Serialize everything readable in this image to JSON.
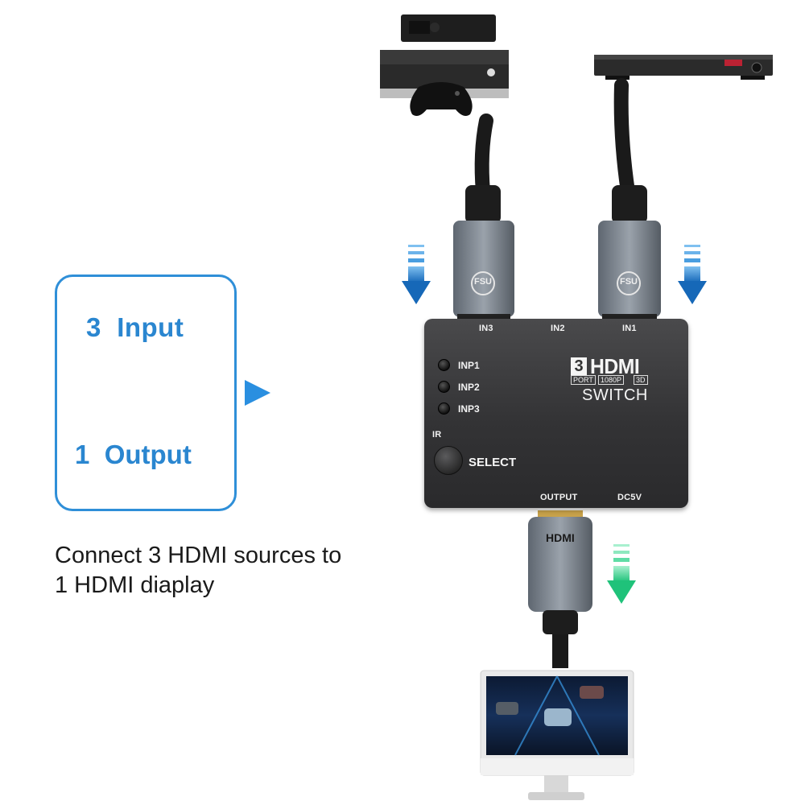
{
  "card": {
    "input_label": "3  Input",
    "output_label": "1  Output"
  },
  "caption": {
    "line1": "Connect 3 HDMI sources to",
    "line2": "1 HDMI diaplay"
  },
  "switch": {
    "ports_top": [
      "IN3",
      "IN2",
      "IN1"
    ],
    "ports_bottom": [
      "OUTPUT",
      "DC5V"
    ],
    "leds": [
      "INP1",
      "INP2",
      "INP3"
    ],
    "ir_label": "IR",
    "select_label": "SELECT",
    "logo_number": "3",
    "logo_text": "HDMI",
    "logo_port": "PORT",
    "logo_res": "1080P",
    "logo_3d": "3D",
    "title": "SWITCH"
  },
  "cable": {
    "brand": "FSU",
    "output_plug_text": "HDMI"
  },
  "colors": {
    "accent_blue": "#2a86d0",
    "arrow_blue": "#1f7fd1",
    "arrow_green": "#2fd08a",
    "switch_body": "#3a3a3c"
  },
  "icons": [
    "xbox-console-icon",
    "gamepad-icon",
    "dvd-player-icon",
    "monitor-icon",
    "down-arrow-icon",
    "play-triangle-icon"
  ]
}
